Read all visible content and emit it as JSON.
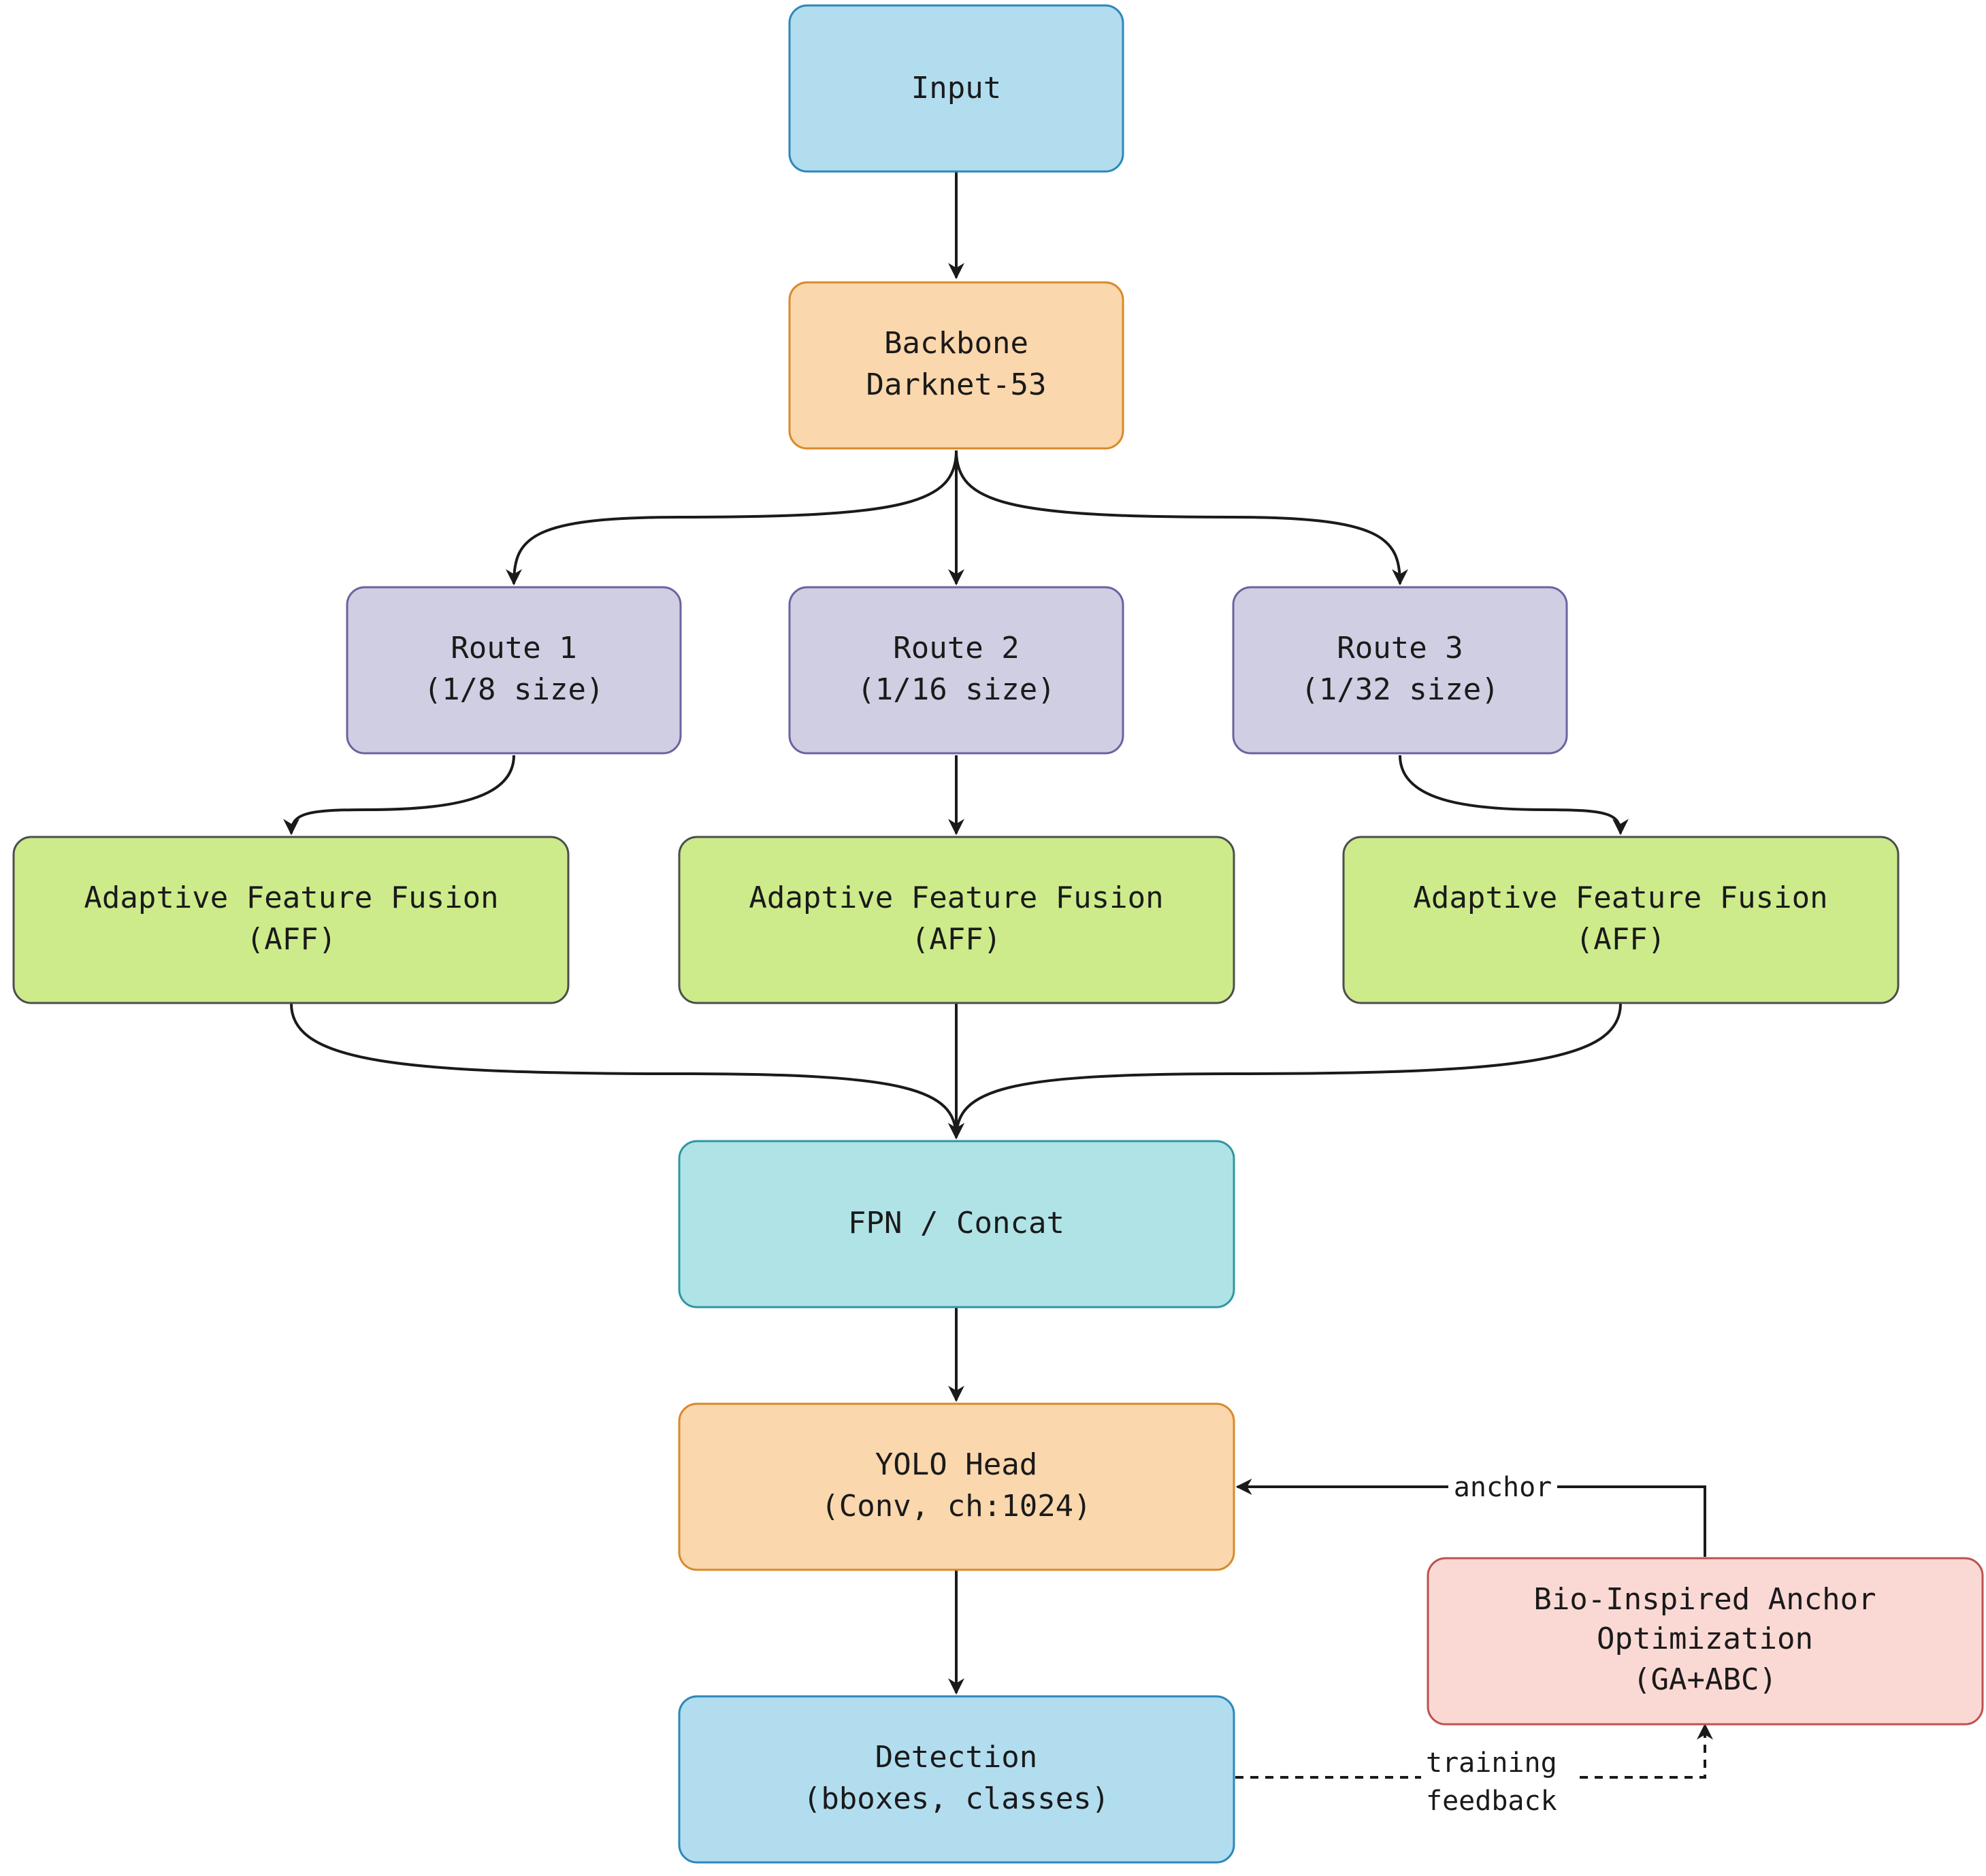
{
  "nodes": {
    "input": {
      "lines": [
        "Input"
      ],
      "fill": "#b1ddef",
      "stroke": "#2d87b8"
    },
    "backbone": {
      "lines": [
        "Backbone",
        "Darknet-53"
      ],
      "fill": "#fad7ac",
      "stroke": "#d9892a"
    },
    "route1": {
      "lines": [
        "Route 1",
        "(1/8 size)"
      ],
      "fill": "#d0cee2",
      "stroke": "#6b63a0"
    },
    "route2": {
      "lines": [
        "Route 2",
        "(1/16 size)"
      ],
      "fill": "#d0cee2",
      "stroke": "#6b63a0"
    },
    "route3": {
      "lines": [
        "Route 3",
        "(1/32 size)"
      ],
      "fill": "#d0cee2",
      "stroke": "#6b63a0"
    },
    "aff1": {
      "lines": [
        "Adaptive Feature Fusion",
        "(AFF)"
      ],
      "fill": "#cdeb8b",
      "stroke": "#4d4d4d"
    },
    "aff2": {
      "lines": [
        "Adaptive Feature Fusion",
        "(AFF)"
      ],
      "fill": "#cdeb8b",
      "stroke": "#4d4d4d"
    },
    "aff3": {
      "lines": [
        "Adaptive Feature Fusion",
        "(AFF)"
      ],
      "fill": "#cdeb8b",
      "stroke": "#4d4d4d"
    },
    "fpn": {
      "lines": [
        "FPN / Concat"
      ],
      "fill": "#b0e3e6",
      "stroke": "#2e97a2"
    },
    "yolo_head": {
      "lines": [
        "YOLO Head",
        "(Conv, ch:1024)"
      ],
      "fill": "#fad7ac",
      "stroke": "#d9892a"
    },
    "detection": {
      "lines": [
        "Detection",
        "(bboxes, classes)"
      ],
      "fill": "#b1ddef",
      "stroke": "#2d87b8"
    },
    "bio_anchor": {
      "lines": [
        "Bio-Inspired Anchor",
        "Optimization",
        "(GA+ABC)"
      ],
      "fill": "#fad9d5",
      "stroke": "#c0504d"
    }
  },
  "edge_labels": {
    "anchor": "anchor",
    "training_feedback": [
      "training",
      "feedback"
    ]
  },
  "edge_color": "#1a1a1a"
}
